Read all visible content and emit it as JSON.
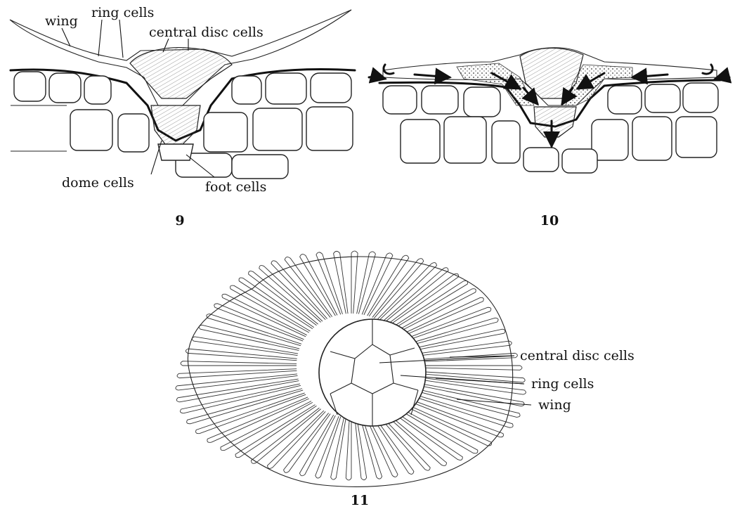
{
  "figure9": {
    "number": "9",
    "labels": {
      "wing": "wing",
      "ring_cells": "ring cells",
      "central_disc_cells": "central disc cells",
      "dome_cells": "dome cells",
      "foot_cells": "foot cells"
    }
  },
  "figure10": {
    "number": "10"
  },
  "figure11": {
    "number": "11",
    "labels": {
      "central_disc_cells": "central disc cells",
      "ring_cells": "ring cells",
      "wing": "wing"
    }
  }
}
